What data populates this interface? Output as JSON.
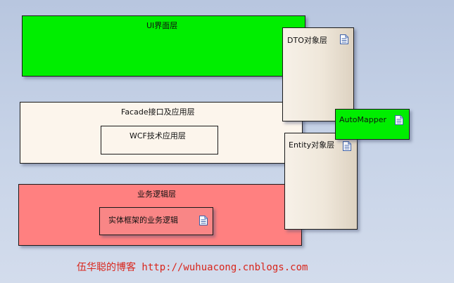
{
  "diagram": {
    "ui_layer": {
      "label": "UI界面层"
    },
    "facade_layer": {
      "label": "Facade接口及应用层"
    },
    "wcf_layer": {
      "label": "WCF技术应用层"
    },
    "business_layer": {
      "label": "业务逻辑层"
    },
    "ef_business": {
      "label": "实体框架的业务逻辑"
    },
    "dto_layer": {
      "label": "DTO对象层"
    },
    "entity_layer": {
      "label": "Entity对象层"
    },
    "automapper": {
      "label": "AutoMapper"
    }
  },
  "footer": {
    "text": "伍华聪的博客 http://wuhuacong.cnblogs.com"
  },
  "colors": {
    "green": "#00ee00",
    "cream": "#fcf5ec",
    "salmon": "#ff8080",
    "footer_red": "#d9261c",
    "background": "#c4d0e6"
  },
  "icons": [
    "document-icon"
  ]
}
